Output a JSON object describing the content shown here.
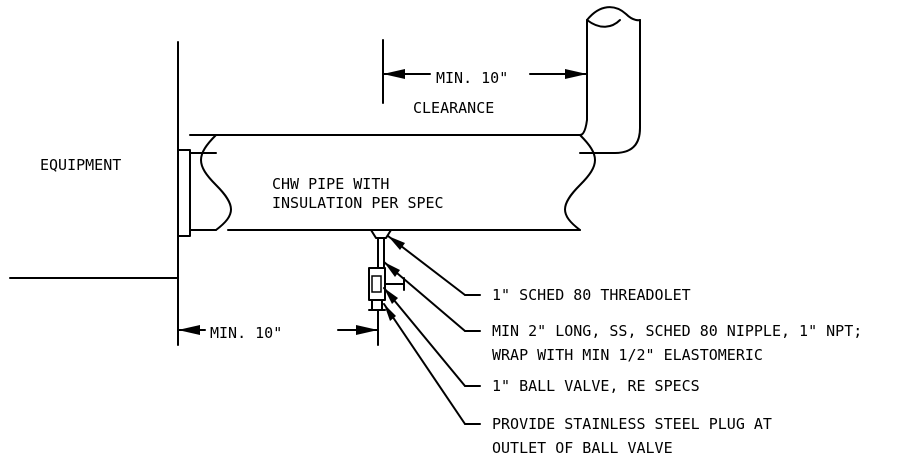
{
  "labels": {
    "equipment": "EQUIPMENT",
    "clearance_min": "MIN. 10\"",
    "clearance_word": "CLEARANCE",
    "pipe_line1": "CHW PIPE WITH",
    "pipe_line2": "INSULATION PER SPEC",
    "bottom_min": "MIN. 10\"",
    "callout_threadolet": "1\" SCHED 80 THREADOLET",
    "callout_nipple_line1": "MIN 2\" LONG, SS, SCHED 80 NIPPLE, 1\" NPT;",
    "callout_nipple_line2": "WRAP WITH MIN 1/2\" ELASTOMERIC",
    "callout_valve": "1\" BALL VALVE, RE SPECS",
    "callout_plug_line1": "PROVIDE STAINLESS STEEL PLUG AT",
    "callout_plug_line2": "OUTLET OF BALL VALVE"
  }
}
